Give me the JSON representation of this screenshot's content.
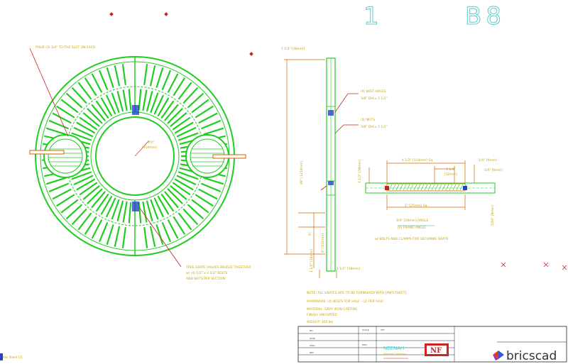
{
  "drawing": {
    "title_number": "1",
    "title_letters": "B8",
    "colors": {
      "grate": "#22cc22",
      "grate_dark": "#118811",
      "dimension": "#cc6600",
      "leader": "#cc2222",
      "notes": "#c8a400",
      "cyan_title": "#55cccc",
      "blue": "#2244cc",
      "frame": "#222222"
    }
  },
  "plan_view": {
    "label_top": "POUR (3) 1/4\" TO THE SLOT ON EACH",
    "center_dim_1": "3'0\"",
    "center_dim_2": "[914mm]",
    "label_bottom_1": "TREE GRATE HALVES BOLTED TOGETHER",
    "label_bottom_2": "w/ (4) 1/2\" x 2 1/2\" BOLTS",
    "label_bottom_3": "AND NUTS PER SECTION"
  },
  "section_view": {
    "top_dim": "1 1/2\" [38mm]",
    "callout_a_1": "(4) BOLT HOLES",
    "callout_a_2": "3/8\" DIA x 1 1/2\"",
    "callout_b_1": "(4) NUTS",
    "callout_b_2": "3/8\" DIA x 1 1/2\"",
    "side_dim": "48\" [1219mm]",
    "bottom_dim": "1 1/2\" [38mm]",
    "left_dim": "1 1/2\" [38mm]",
    "mid_dim": "9\"",
    "low_dim": "6\" [152mm]"
  },
  "detail_view": {
    "dim_top_1": "4 1/2\" [114mm] Sq.",
    "dim_top_2": "1 1/4\"",
    "dim_top_3": "[32mm]",
    "dim_top_4": "1/4\" [6mm]",
    "dim_left": "1 1/2\" [38mm]",
    "dim_right": "1/4\" [6mm]",
    "dim_bottom": "1\" [25mm] Sq.",
    "note_1": "3/4\" [19mm] ANGLE",
    "note_2": "[6] FRAME ANGLE",
    "note_3": "w/ BOLTS AND CLAMPS FOR SECURING GRATE",
    "right_dim": "5/16\" [8mm]"
  },
  "notes": {
    "line_1": "NOTE: ALL GRATES ARE TO BE FURNISHED WITH [ANTI-THEFT]",
    "line_2": "HARDWARE: (4) BOLTS FOR HALF - (2) PER HALF",
    "line_3": "MATERIAL: GRAY IRON CASTING",
    "line_4": "FINISH: UNCOATED",
    "line_5": "WEIGHT: 350 lbs"
  },
  "title_block": {
    "company_line_1": "NEENAH",
    "company_line_2": "Foundry Company",
    "logo_text": "NF",
    "row_a": "NO.",
    "row_b": "DATE",
    "row_c": "DWG",
    "row_d": "REV",
    "left_cell_1": "SCALE",
    "left_cell_2": "DRN",
    "sheet_label": "SHT"
  },
  "footer": {
    "left_stamp": "Rev Sheet 1/1",
    "brand": "bricscad"
  }
}
